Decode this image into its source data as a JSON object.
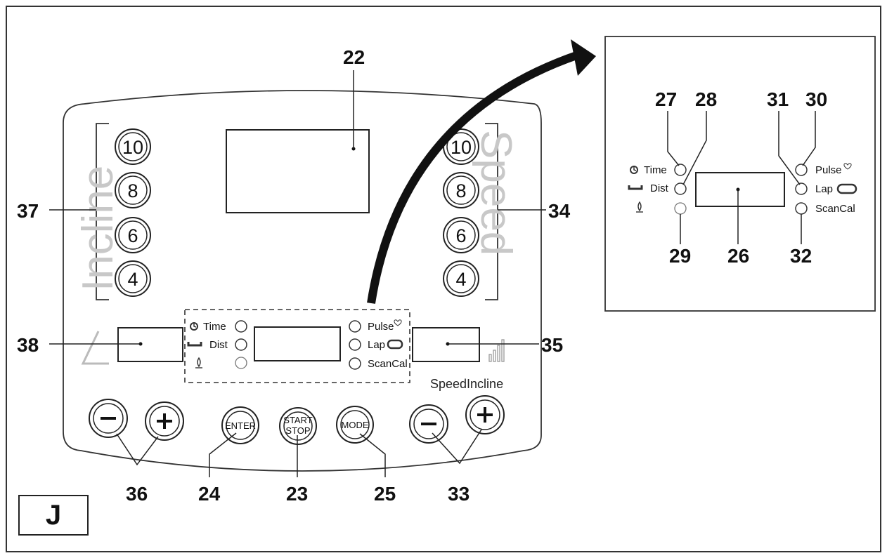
{
  "figure_label": "J",
  "panel": {
    "incline_word": "Incline",
    "speed_word": "Speed",
    "incline_buttons": [
      "10",
      "8",
      "6",
      "4"
    ],
    "speed_buttons": [
      "10",
      "8",
      "6",
      "4"
    ],
    "indicators": {
      "time": "Time",
      "dist": "Dist",
      "pulse": "Pulse",
      "lap": "Lap",
      "scancal": "ScanCal"
    },
    "speedincline_text": "SpeedIncline",
    "buttons": {
      "minus": "−",
      "plus": "+",
      "enter": "ENTER",
      "start_line1": "START",
      "start_line2": "STOP",
      "mode": "MODE"
    }
  },
  "callouts": {
    "c22": "22",
    "c37": "37",
    "c34": "34",
    "c38": "38",
    "c35": "35",
    "c36": "36",
    "c24": "24",
    "c23": "23",
    "c25": "25",
    "c33": "33",
    "c27": "27",
    "c28": "28",
    "c31": "31",
    "c30": "30",
    "c29": "29",
    "c26": "26",
    "c32": "32"
  }
}
